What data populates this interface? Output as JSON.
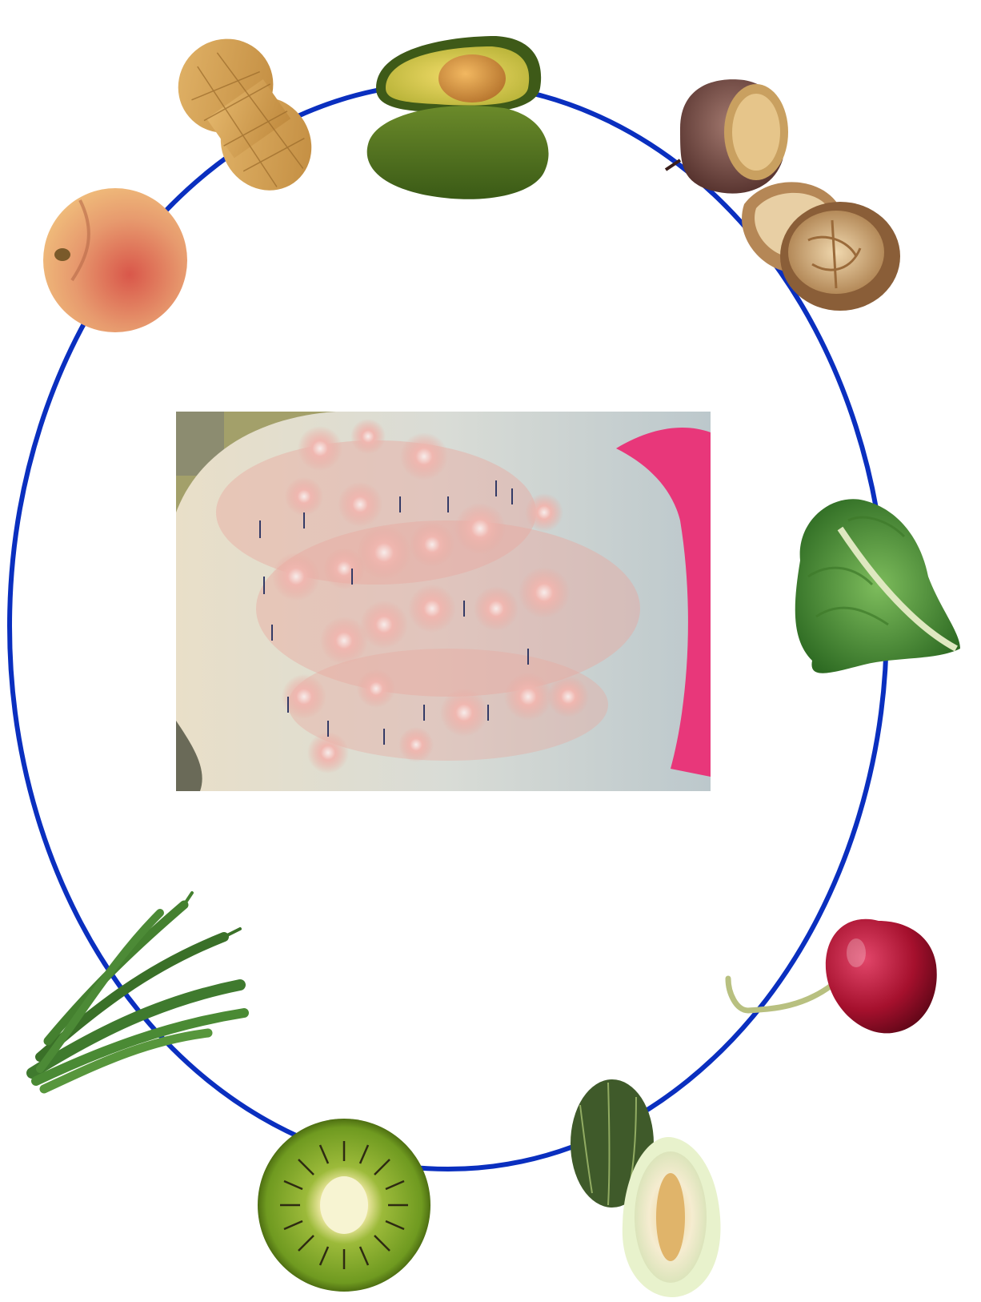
{
  "diagram": {
    "ring_color": "#0a2fbf",
    "center_photo": "skin-prick-allergy-test-on-back",
    "items": [
      {
        "name": "peach",
        "icon": "peach-icon"
      },
      {
        "name": "peanut",
        "icon": "peanut-icon"
      },
      {
        "name": "avocado",
        "icon": "avocado-icon"
      },
      {
        "name": "chestnut",
        "icon": "chestnut-icon"
      },
      {
        "name": "walnut",
        "icon": "walnut-icon"
      },
      {
        "name": "lettuce",
        "icon": "lettuce-icon"
      },
      {
        "name": "cherry",
        "icon": "cherry-icon"
      },
      {
        "name": "melon",
        "icon": "melon-icon"
      },
      {
        "name": "kiwi",
        "icon": "kiwi-icon"
      },
      {
        "name": "green-beans",
        "icon": "green-beans-icon"
      }
    ]
  }
}
